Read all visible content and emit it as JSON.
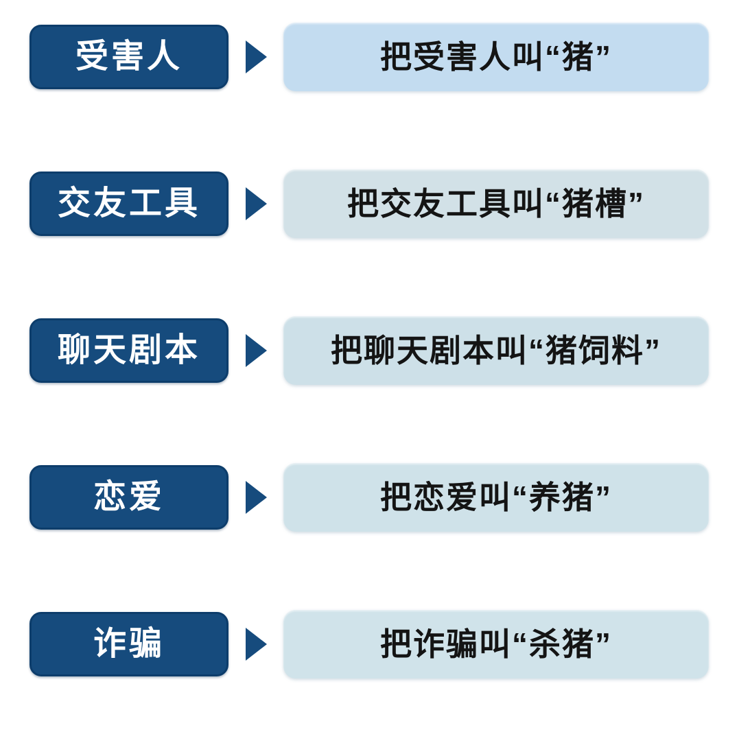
{
  "colors": {
    "page_bg": "#ffffff",
    "dark_blue": "#164b7d",
    "dark_blue_edge": "#0d3d6b",
    "term_text": "#ffffff",
    "text_dark": "#141414"
  },
  "icons": {
    "row_connector": "arrow-right-icon"
  },
  "rows": [
    {
      "term": "受害人",
      "alias": "把受害人叫“猪”",
      "panel_bg": "#c3dcf0"
    },
    {
      "term": "交友工具",
      "alias": "把交友工具叫“猪槽”",
      "panel_bg": "#d2e1e7"
    },
    {
      "term": "聊天剧本",
      "alias": "把聊天剧本叫“猪饲料”",
      "panel_bg": "#cde0e8"
    },
    {
      "term": "恋爱",
      "alias": "把恋爱叫“养猪”",
      "panel_bg": "#cfe2e9"
    },
    {
      "term": "诈骗",
      "alias": "把诈骗叫“杀猪”",
      "panel_bg": "#d0e3ea"
    }
  ]
}
